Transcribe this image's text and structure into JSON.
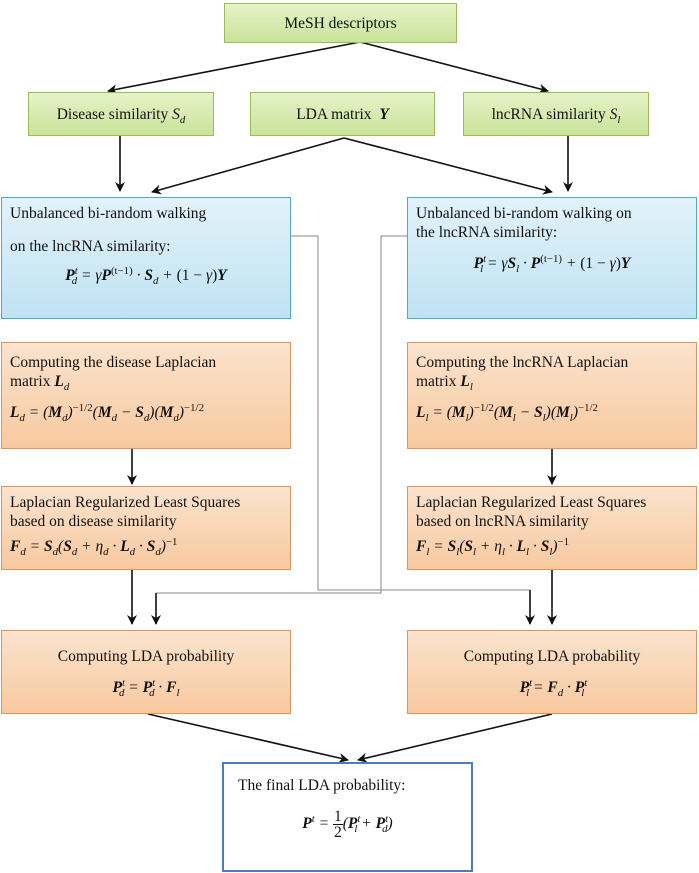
{
  "mesh": {
    "label": "MeSH descriptors"
  },
  "disease_sim": {
    "label": "Disease similarity",
    "symbol": "S",
    "sub": "d"
  },
  "lda_matrix": {
    "label": "LDA matrix",
    "symbol": "Y"
  },
  "lnc_sim": {
    "label": "lncRNA similarity",
    "symbol": "S",
    "sub": "l"
  },
  "walk_left": {
    "line1": "Unbalanced bi-random walking",
    "line2": "on the lncRNA similarity:"
  },
  "walk_right": {
    "line1": "Unbalanced bi-random walking on",
    "line2": "the lncRNA similarity:"
  },
  "lap_left": {
    "line1": "Computing the disease Laplacian",
    "line2": "matrix"
  },
  "lap_right": {
    "line1": "Computing the lncRNA Laplacian",
    "line2": "matrix"
  },
  "rls_left": {
    "line1": "Laplacian Regularized Least Squares",
    "line2": "based on disease similarity"
  },
  "rls_right": {
    "line1": "Laplacian Regularized Least Squares",
    "line2": "based on lncRNA similarity"
  },
  "prob_left": {
    "title": "Computing LDA probability"
  },
  "prob_right": {
    "title": "Computing LDA probability"
  },
  "final": {
    "title": "The final LDA probability:"
  }
}
